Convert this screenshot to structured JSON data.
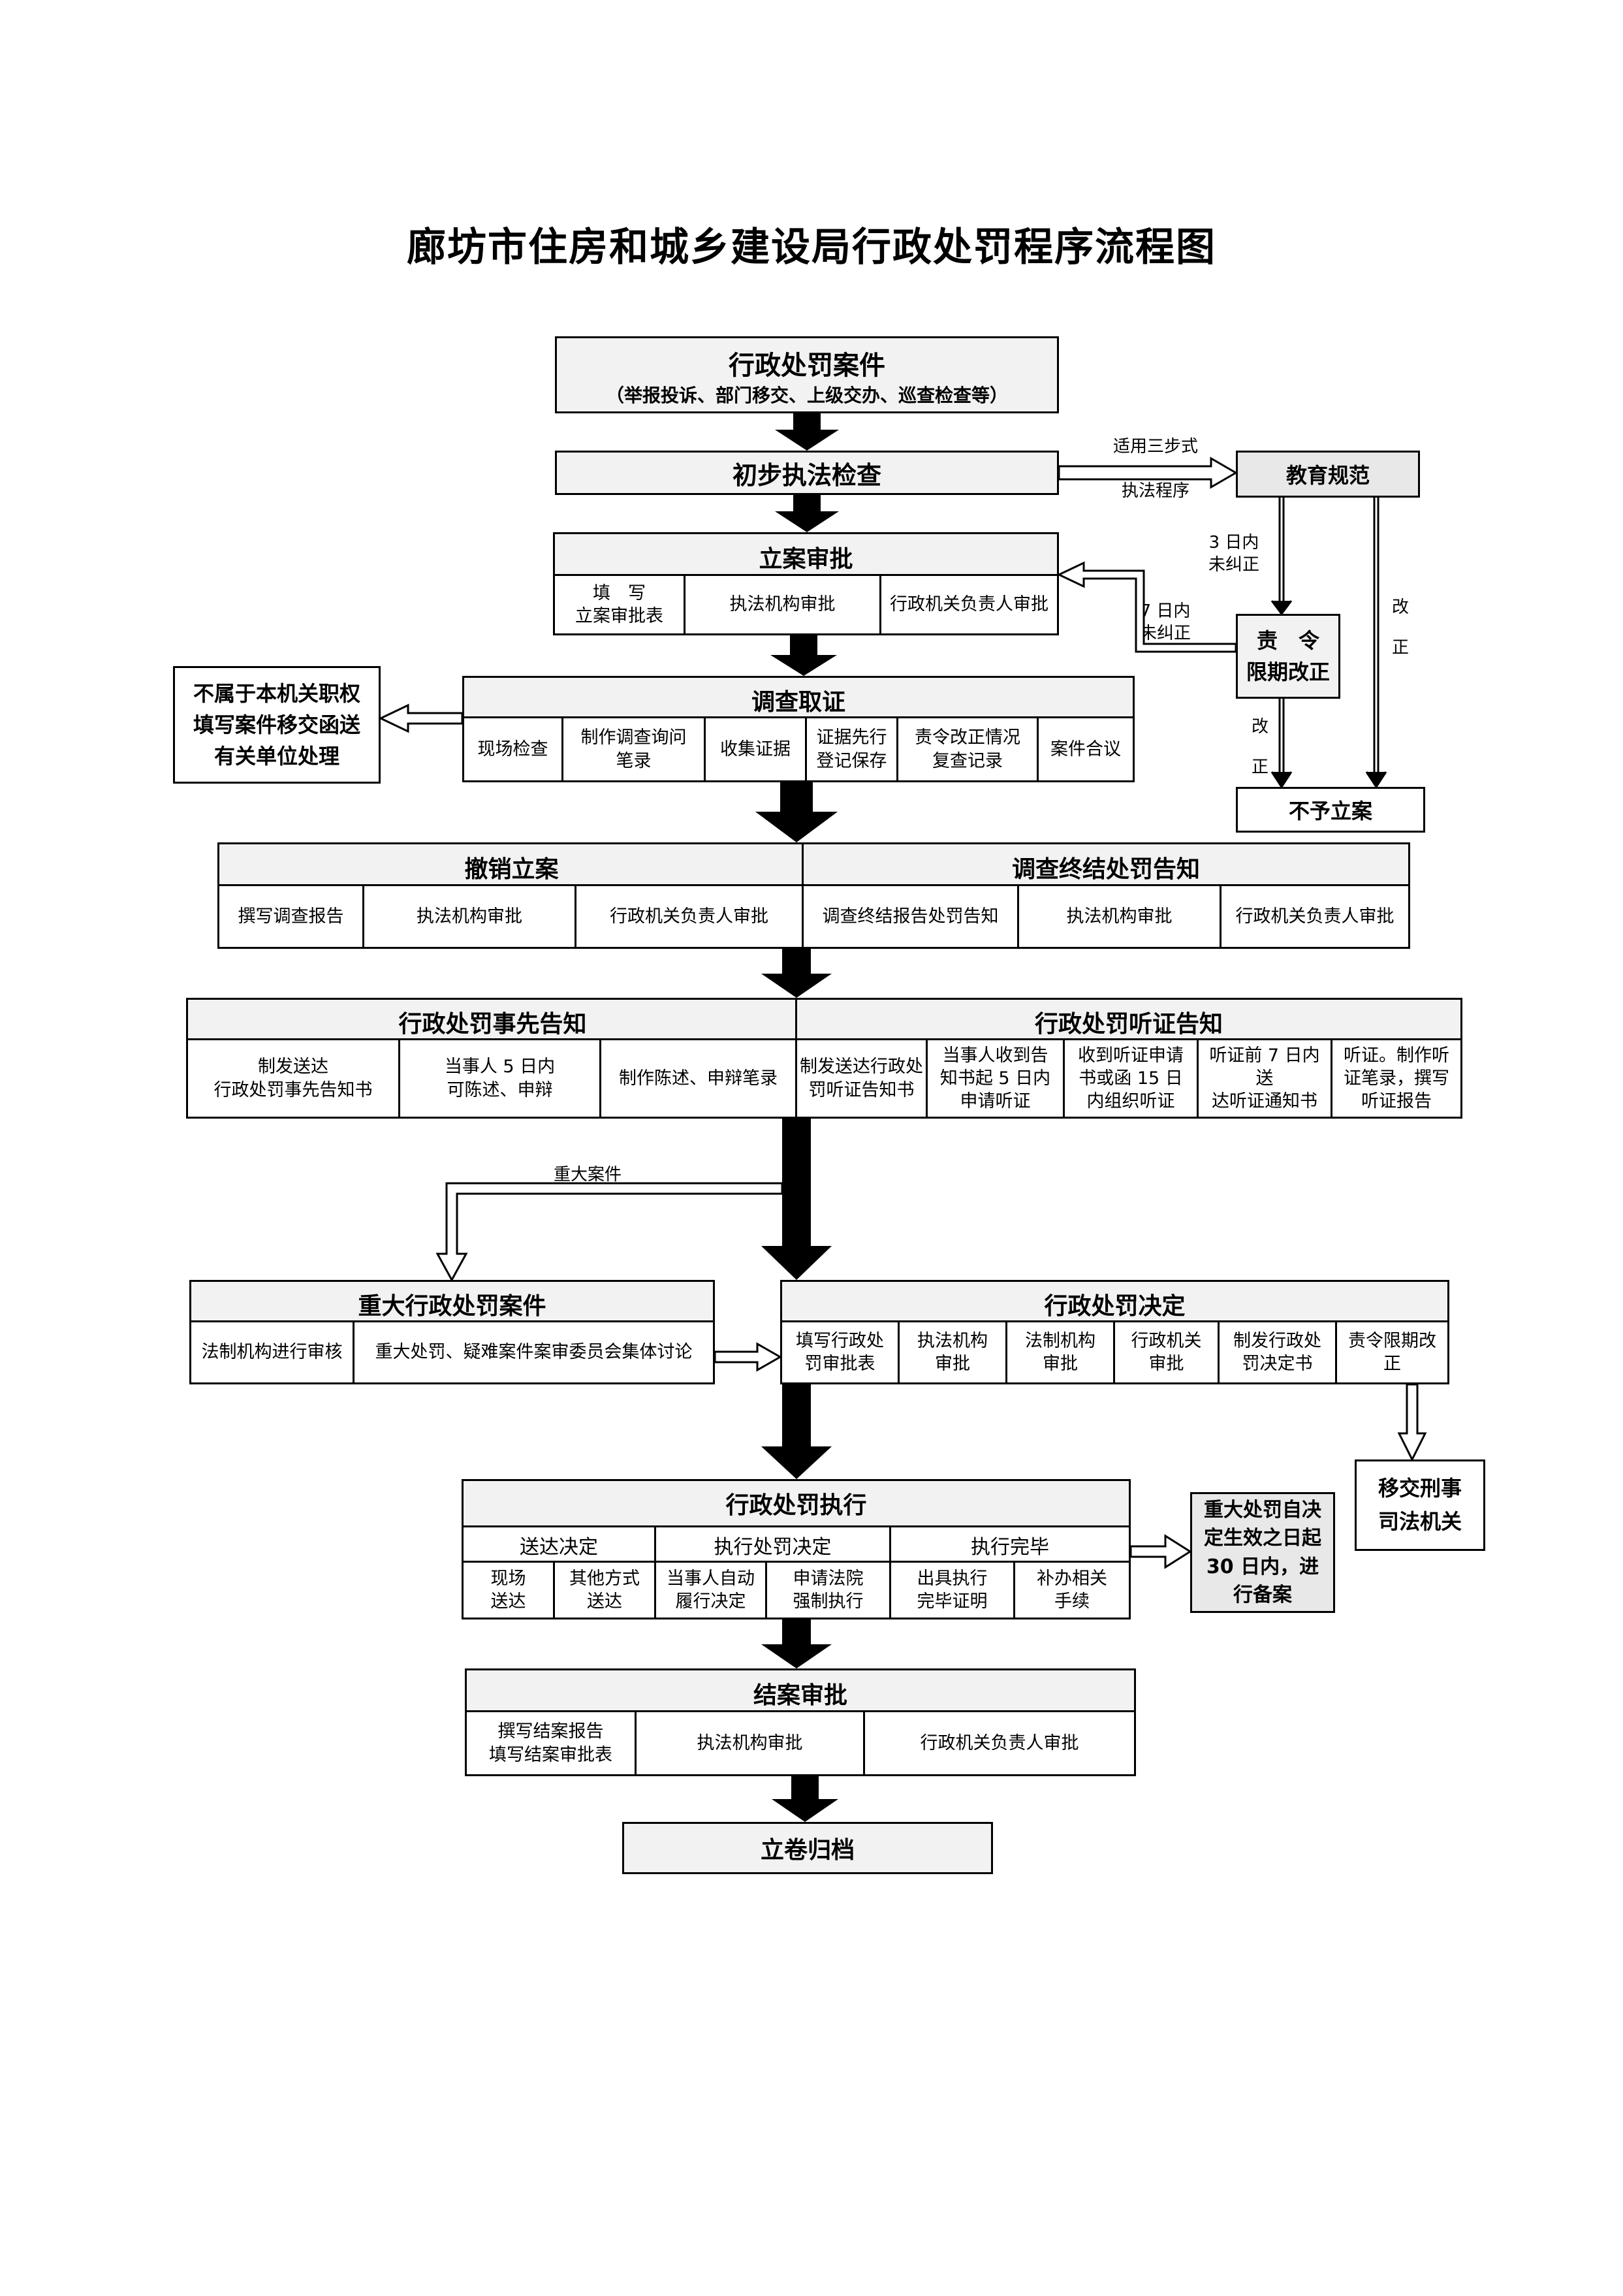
{
  "title": "廊坊市住房和城乡建设局行政处罚程序流程图",
  "start": {
    "title": "行政处罚案件",
    "subtitle": "（举报投诉、部门移交、上级交办、巡查检查等）"
  },
  "check": {
    "title": "初步执法检查"
  },
  "edu": {
    "title": "教育规范",
    "arrow_label_top": "适用三步式",
    "arrow_label_bottom": "执法程序"
  },
  "filing": {
    "title": "立案审批",
    "cells": [
      "填　写\n立案审批表",
      "执法机构审批",
      "行政机关负责人审批"
    ]
  },
  "order_fix": {
    "title": "责　令\n限期改正",
    "label_3days": "3 日内\n未纠正",
    "label_7days": "7 日内\n未纠正",
    "label_fix_right": "改\n\n正",
    "label_fix_down": "改\n\n正"
  },
  "no_filing": {
    "title": "不予立案"
  },
  "not_belong": {
    "title": "不属于本机关职权\n填写案件移交函送\n有关单位处理"
  },
  "investigate": {
    "title": "调查取证",
    "cells": [
      "现场检查",
      "制作调查询问\n笔录",
      "收集证据",
      "证据先行\n登记保存",
      "责令改正情况\n复查记录",
      "案件合议"
    ]
  },
  "revoke": {
    "title": "撤销立案",
    "cells": [
      "撰写调查报告",
      "执法机构审批",
      "行政机关负责人审批"
    ]
  },
  "conclude_notice": {
    "title": "调查终结处罚告知",
    "cells": [
      "调查终结报告处罚告知",
      "执法机构审批",
      "行政机关负责人审批"
    ]
  },
  "prior_notice": {
    "title": "行政处罚事先告知",
    "cells": [
      "制发送达\n行政处罚事先告知书",
      "当事人 5 日内\n可陈述、申辩",
      "制作陈述、申辩笔录"
    ]
  },
  "hearing_notice": {
    "title": "行政处罚听证告知",
    "cells": [
      "制发送达行政处\n罚听证告知书",
      "当事人收到告\n知书起 5 日内\n申请听证",
      "收到听证申请\n书或函 15 日\n内组织听证",
      "听证前 7 日内送\n达听证通知书",
      "听证。制作听\n证笔录，撰写\n听证报告"
    ]
  },
  "major_label": "重大案件",
  "major_case": {
    "title": "重大行政处罚案件",
    "cells": [
      "法制机构进行审核",
      "重大处罚、疑难案件案审委员会集体讨论"
    ]
  },
  "decision": {
    "title": "行政处罚决定",
    "cells": [
      "填写行政处\n罚审批表",
      "执法机构\n审批",
      "法制机构\n审批",
      "行政机关\n审批",
      "制发行政处\n罚决定书",
      "责令限期改正"
    ]
  },
  "criminal": {
    "title": "移交刑事\n司法机关"
  },
  "execute": {
    "title": "行政处罚执行",
    "groups": [
      "送达决定",
      "执行处罚决定",
      "执行完毕"
    ],
    "cells": [
      "现场\n送达",
      "其他方式\n送达",
      "当事人自动\n履行决定",
      "申请法院\n强制执行",
      "出具执行\n完毕证明",
      "补办相关\n手续"
    ]
  },
  "record": {
    "title": "重大处罚自决\n定生效之日起\n30 日内，进\n行备案"
  },
  "close": {
    "title": "结案审批",
    "cells": [
      "撰写结案报告\n填写结案审批表",
      "执法机构审批",
      "行政机关负责人审批"
    ]
  },
  "archive": {
    "title": "立卷归档"
  }
}
